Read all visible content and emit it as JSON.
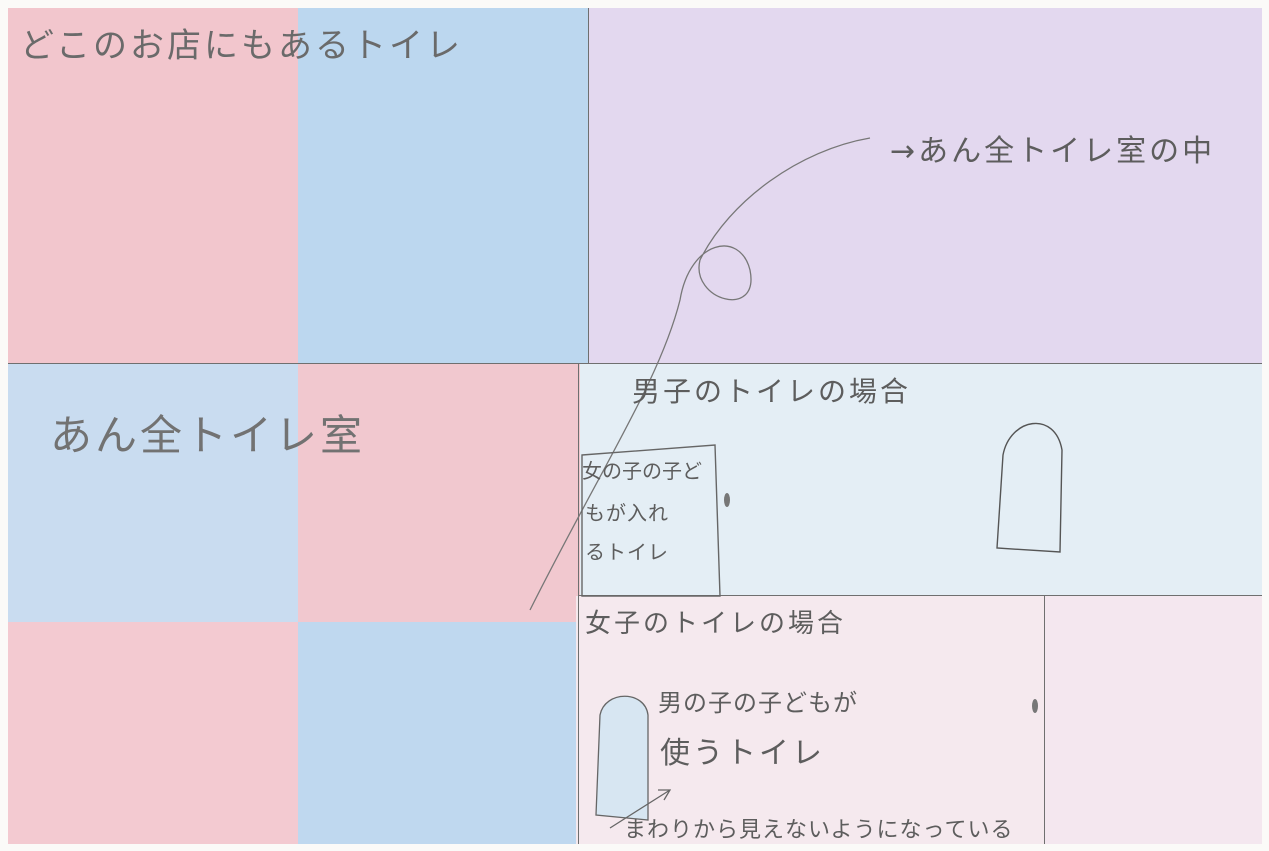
{
  "drawing": {
    "title_top_left": "どこのお店にもあるトイレ",
    "label_safe_toilet_inside": "→あん全トイレ室の中",
    "label_safe_toilet_room": "あん全トイレ室",
    "boys_case_title": "男子のトイレの場合",
    "boys_door_note_line1": "女の子の子ど",
    "boys_door_note_line2": "もが入れ",
    "boys_door_note_line3": "るトイレ",
    "girls_case_title": "女子のトイレの場合",
    "girls_note_line1": "男の子の子どもが",
    "girls_note_line2": "使うトイレ",
    "bottom_note": "まわりから見えないようになっている"
  }
}
